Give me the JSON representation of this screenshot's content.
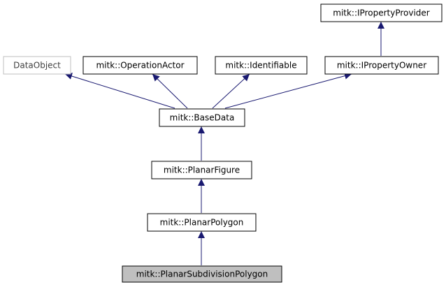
{
  "nodes": {
    "iprop_provider": {
      "label": "mitk::IPropertyProvider"
    },
    "dataobject": {
      "label": "DataObject"
    },
    "op_actor": {
      "label": "mitk::OperationActor"
    },
    "identifiable": {
      "label": "mitk::Identifiable"
    },
    "iprop_owner": {
      "label": "mitk::IPropertyOwner"
    },
    "basedata": {
      "label": "mitk::BaseData"
    },
    "planarfigure": {
      "label": "mitk::PlanarFigure"
    },
    "planarpolygon": {
      "label": "mitk::PlanarPolygon"
    },
    "subdivision": {
      "label": "mitk::PlanarSubdivisionPolygon"
    }
  },
  "colors": {
    "edge": "#191970",
    "border": "#000000",
    "muted_border": "#bfbfbf",
    "muted_text": "#404040",
    "highlight_fill": "#bfbfbf"
  }
}
